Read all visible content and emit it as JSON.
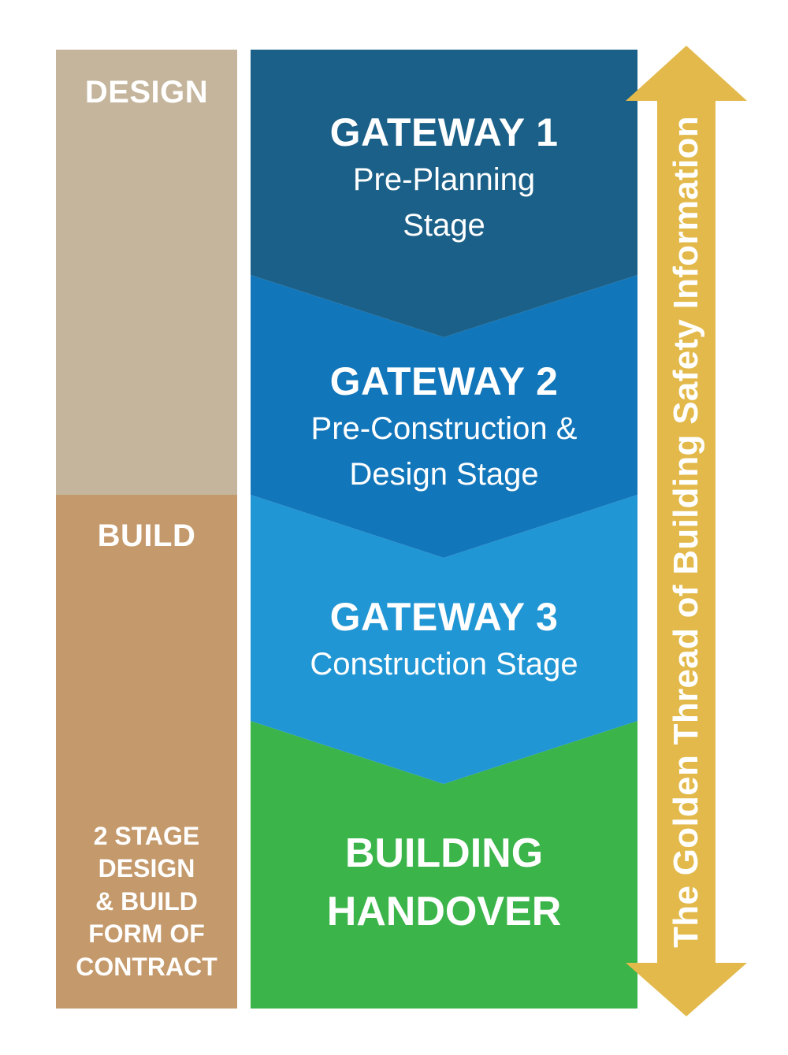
{
  "left_column": {
    "design_label": "DESIGN",
    "build_label": "BUILD",
    "contract_lines": [
      "2 STAGE",
      "DESIGN",
      "& BUILD",
      "FORM OF",
      "CONTRACT"
    ]
  },
  "stages": [
    {
      "title": "GATEWAY 1",
      "subtitle_lines": [
        "Pre-Planning",
        "Stage"
      ],
      "color": "#1b6088"
    },
    {
      "title": "GATEWAY 2",
      "subtitle_lines": [
        "Pre-Construction &",
        "Design Stage"
      ],
      "color": "#1276ba"
    },
    {
      "title": "GATEWAY 3",
      "subtitle_lines": [
        "Construction Stage"
      ],
      "color": "#2196d4"
    },
    {
      "title_lines": [
        "BUILDING",
        "HANDOVER"
      ],
      "color": "#3bb44a"
    }
  ],
  "thread": {
    "label": "The Golden Thread of Building Safety Information",
    "color": "#e2b94a"
  },
  "colors": {
    "design": "#c4b59c",
    "build": "#c4996b"
  }
}
